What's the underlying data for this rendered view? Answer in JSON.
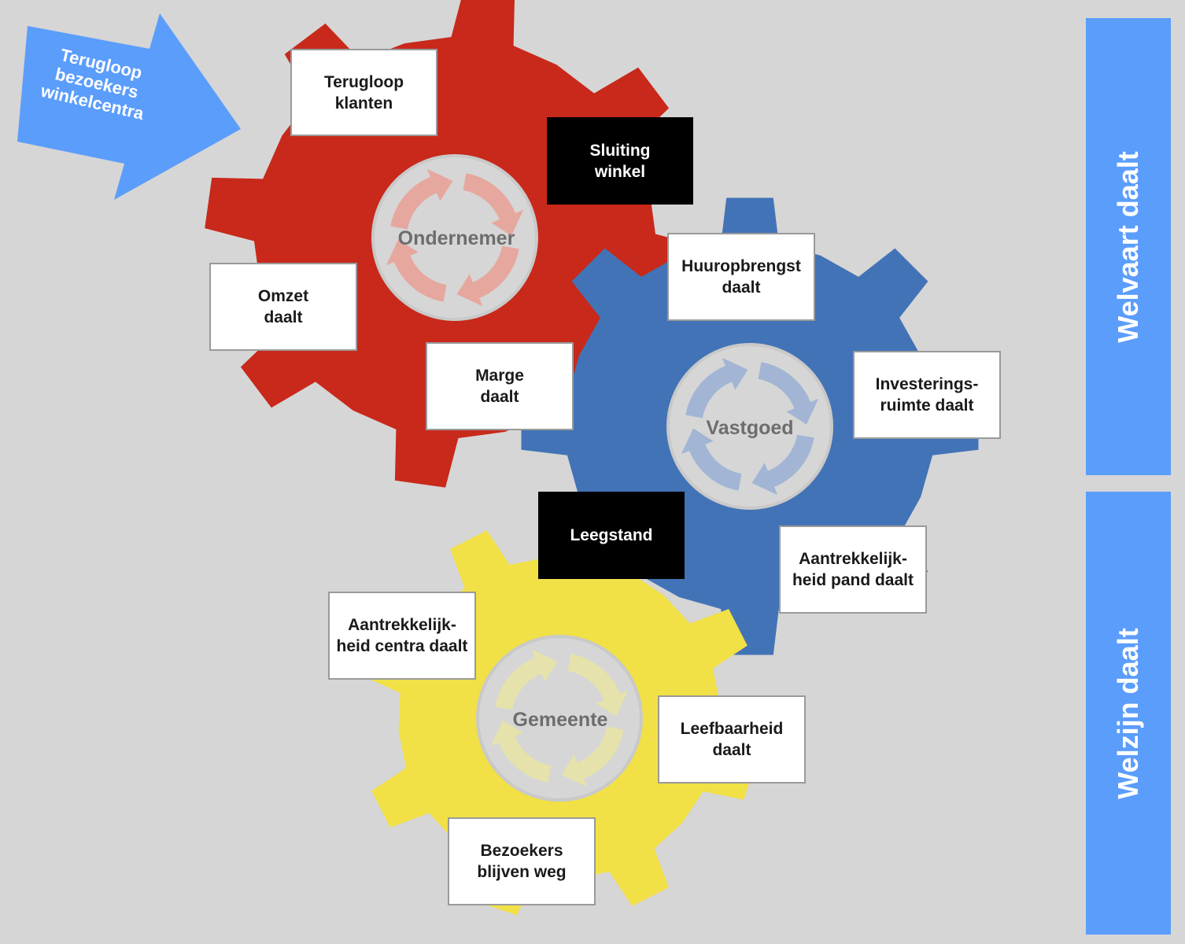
{
  "arrow": {
    "label": "Terugloop\nbezoekers\nwinkelcentra",
    "color": "#5b9dfb"
  },
  "side_bars": {
    "welvaart": "Welvaart daalt",
    "welzijn": "Welzijn daalt",
    "color": "#5b9dfb"
  },
  "gears": {
    "ondernemer": {
      "label": "Ondernemer",
      "color": "#c8291a"
    },
    "vastgoed": {
      "label": "Vastgoed",
      "color": "#4273b6"
    },
    "gemeente": {
      "label": "Gemeente",
      "color": "#f1e046"
    }
  },
  "boxes": {
    "terugloop_klanten": "Terugloop\nklanten",
    "sluiting_winkel": "Sluiting\nwinkel",
    "omzet_daalt": "Omzet\ndaalt",
    "marge_daalt": "Marge\ndaalt",
    "huuropbrengst_daalt": "Huuropbrengst\ndaalt",
    "investeringsruimte_daalt": "Investerings-\nruimte daalt",
    "leegstand": "Leegstand",
    "aantrekkelijkheid_pand": "Aantrekkelijk-\nheid pand daalt",
    "aantrekkelijkheid_centra": "Aantrekkelijk-\nheid centra daalt",
    "leefbaarheid_daalt": "Leefbaarheid\ndaalt",
    "bezoekers_blijven_weg": "Bezoekers\nblijven weg"
  },
  "colors": {
    "background": "#d6d6d6",
    "hub": "#d6d6d6",
    "dark_box": "#000000"
  }
}
